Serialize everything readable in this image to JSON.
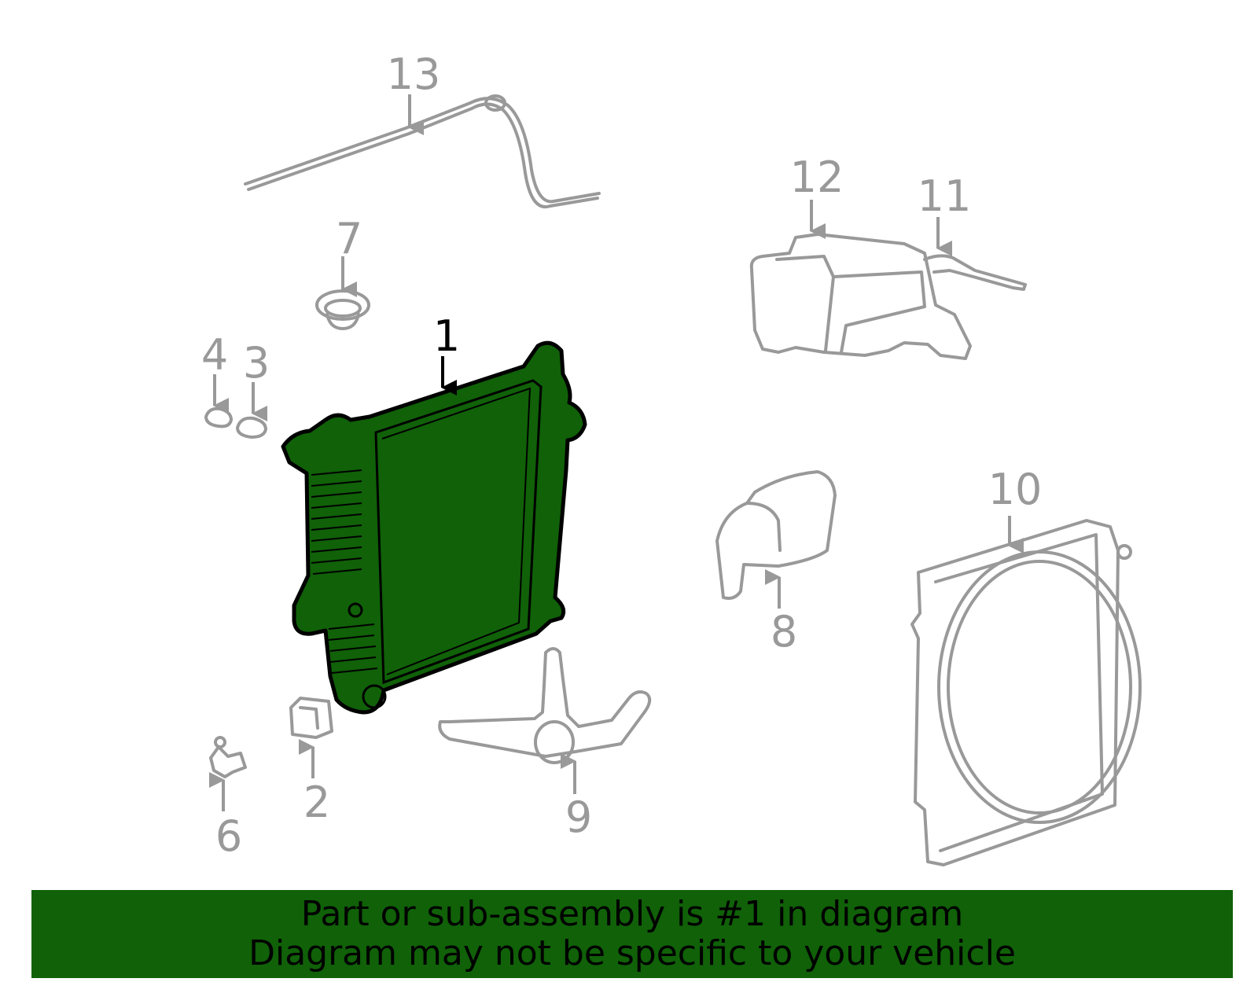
{
  "callouts": {
    "c1": "1",
    "c2": "2",
    "c3": "3",
    "c4": "4",
    "c6": "6",
    "c7": "7",
    "c8": "8",
    "c9": "9",
    "c10": "10",
    "c11": "11",
    "c12": "12",
    "c13": "13"
  },
  "highlighted_part": "1",
  "colors": {
    "highlight": "#106108",
    "outline": "#999999",
    "banner": "#106108"
  },
  "banner": {
    "line1": "Part or sub-assembly is #1 in diagram",
    "line2": "Diagram may not be specific to your vehicle"
  }
}
